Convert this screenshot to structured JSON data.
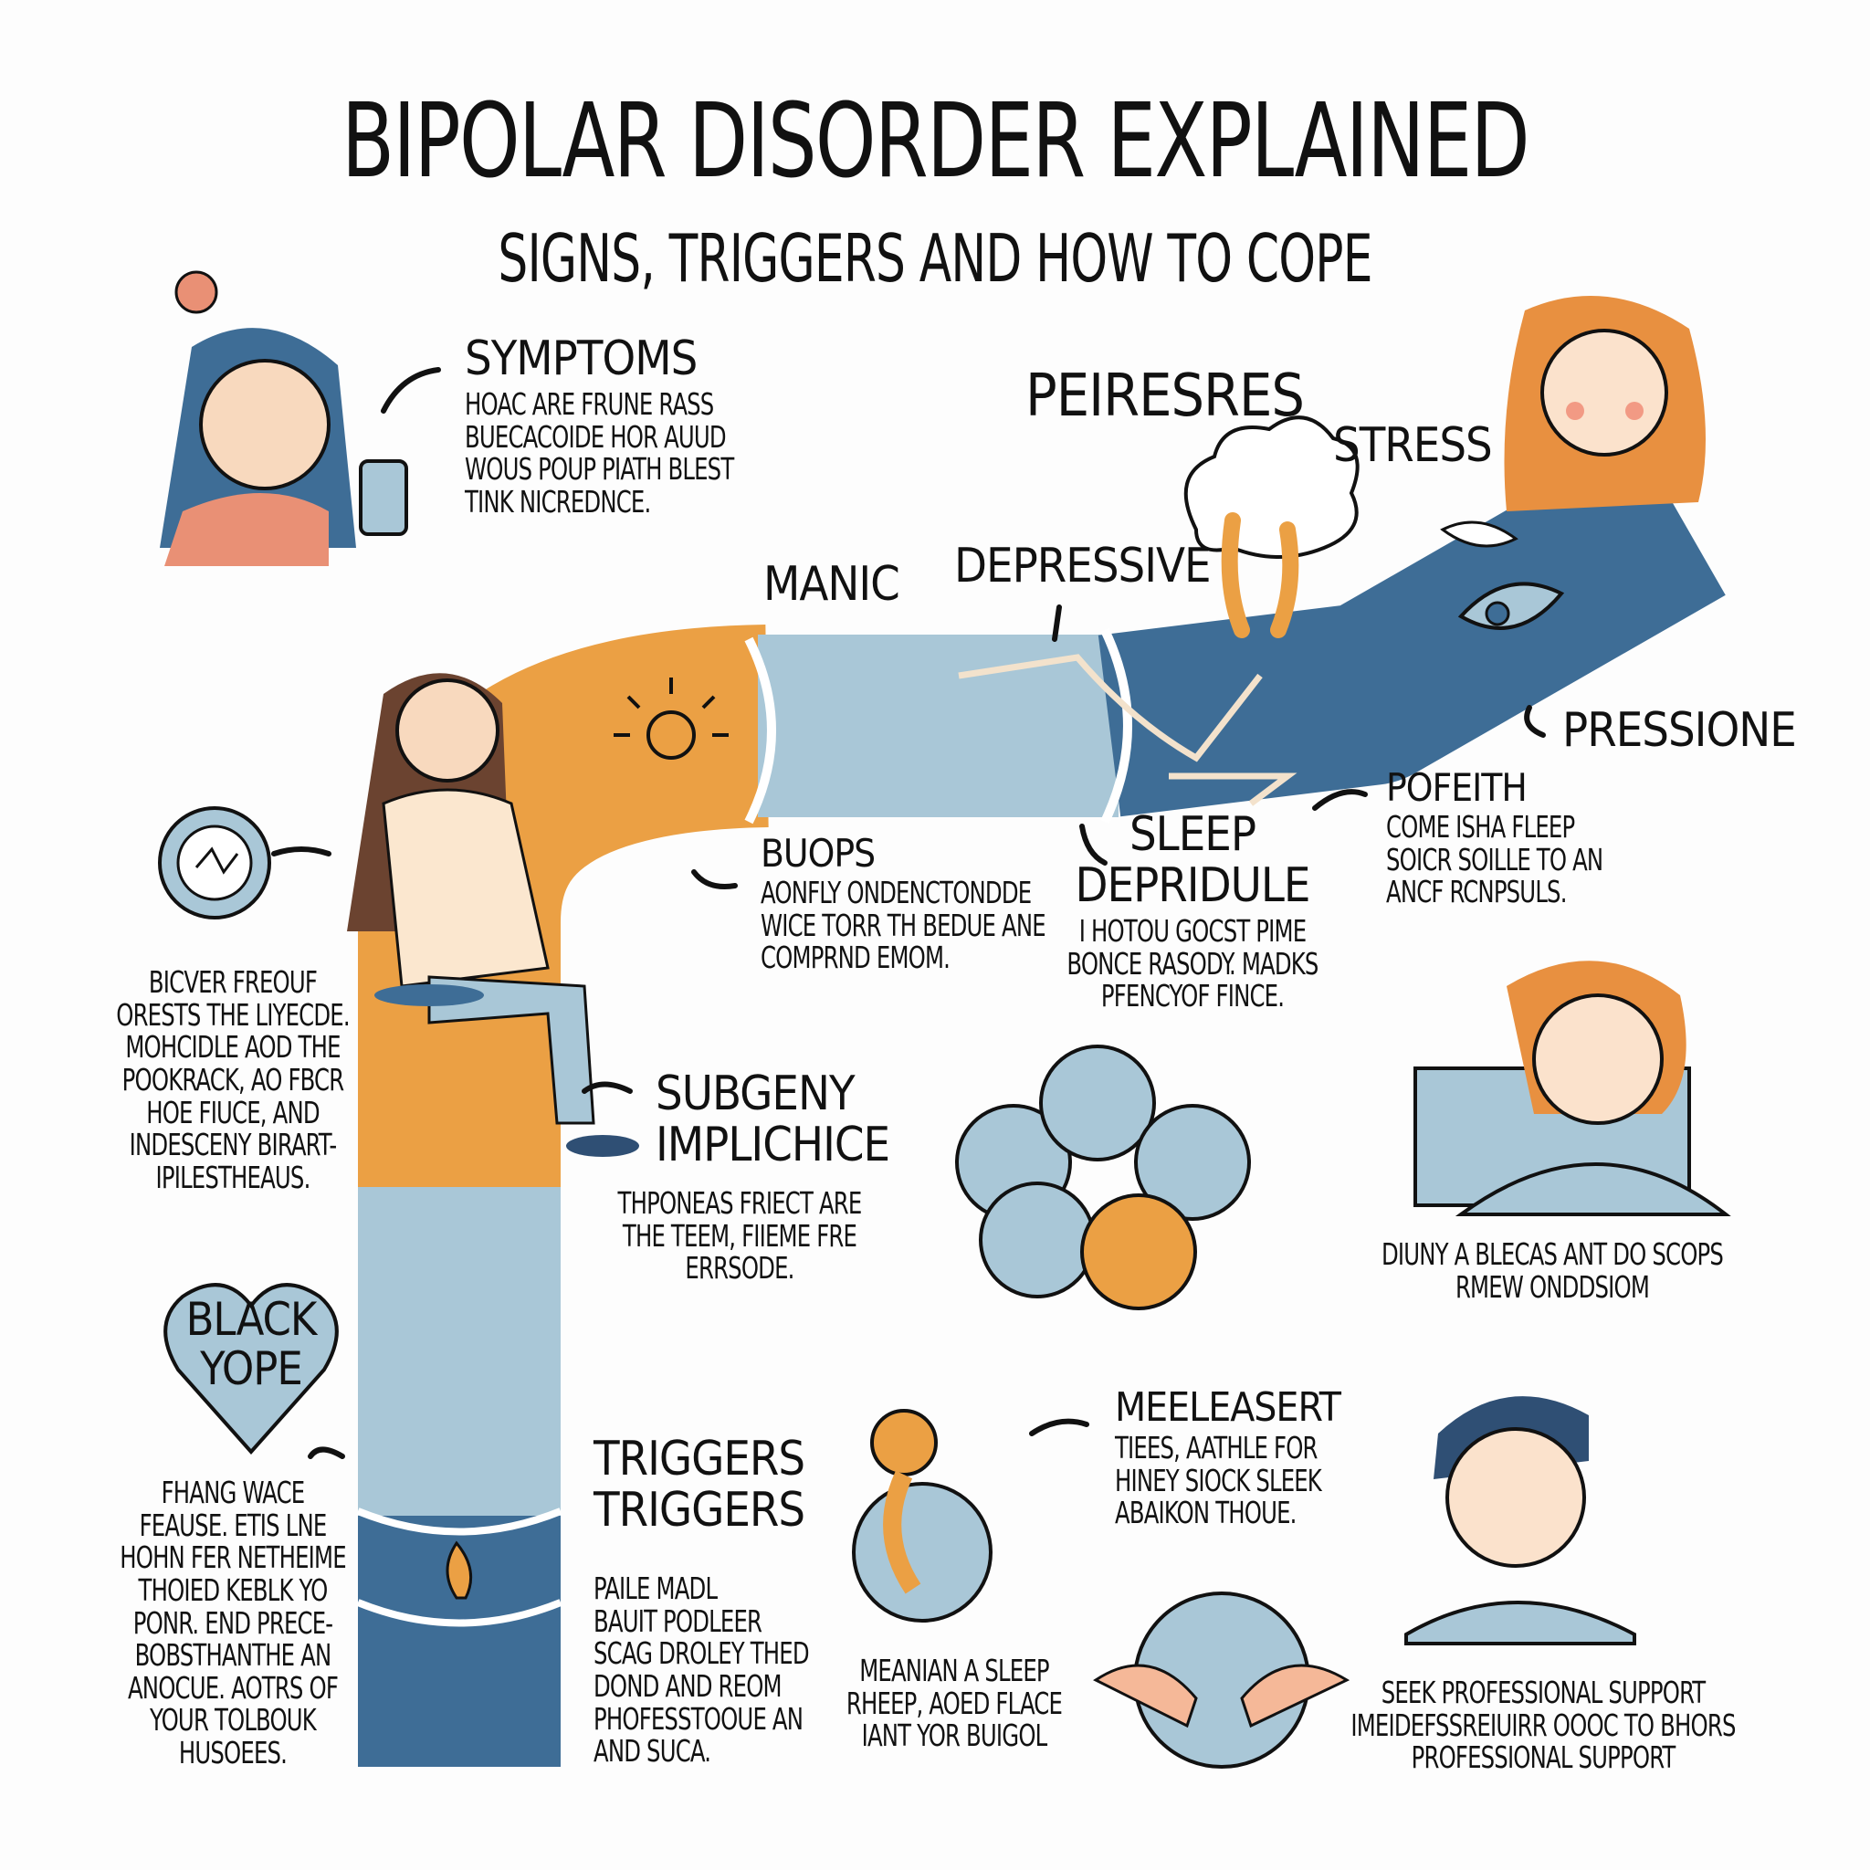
{
  "header": {
    "title": "BIPOLAR DISORDER EXPLAINED",
    "subtitle": "SIGNS, TRIGGERS AND HOW TO COPE"
  },
  "colors": {
    "orange": "#EBA044",
    "light_blue": "#A9C7D7",
    "dark_blue": "#3E6D96",
    "ink": "#111111"
  },
  "labels": {
    "symptoms": {
      "title": "SYMPTOMS",
      "body": "HOAC ARE FRUNE RASS\nBUECACOIDE HOR AUUD\nWOUS POUP PIATH BLEST\nTINK NICREDNCE."
    },
    "peiresres": "PEIRESRES",
    "stress": "STRESS",
    "manic": "MANIC",
    "depressive": "DEPRESSIVE",
    "pressione": "PRESSIONE",
    "pofeith": {
      "title": "POFEITH",
      "body": "COME ISHA FLEEP\nSOICR SOILLE TO AN\nANCF RCNPSULS."
    },
    "buops": {
      "title": "BUOPS",
      "body": "AONFLY ONDENCTONDDE\nWICE TORR TH BEDUE ANE\nCOMPRND EMOM."
    },
    "sleep": {
      "title": "SLEEP\nDEPRIDULE",
      "body": "I HOTOU GOCST PIME\nBONCE RASODY. MADKS\nPFENCYOF FINCE."
    },
    "left_mid": "BICVER FREOUF\nORESTS THE LIYECDE.\nMOHCIDLE AOD THE\nPOOKRACK, AO FBCR\nHOE FIUCE, AND\nINDESCENY BIRART-\nIPILESTHEAUS.",
    "subgeny": {
      "title": "SUBGENY\nIMPLICHICE",
      "body": "THPONEAS FRIECT ARE\nTHE TEEM, FIIEME FRE\nERRSODE."
    },
    "heart": "BLACK\nYOPE",
    "left_bottom": "FHANG WACE\nFEAUSE. ETIS LNE\nHOHN FER NETHEIME\nTHOIED KEBLK YO\nPONR. END PRECE-\nBOBSTHANTHE AN\nANOCUE. AOTRS OF\nYOUR TOLBOUK\nHUSOEES.",
    "triggers": {
      "title": "TRIGGERS\nTRIGGERS",
      "body": "PAILE MADL\nBAUIT PODLEER\nSCAG DROLEY THED\nDOND AND REOM\nPHOFESSTOOUE AN\nAND SUCA."
    },
    "meleasert": {
      "title": "MEELEASERT",
      "body": "TIEES, AATHLE FOR\nHINEY SIOCK SLEEK\nABAIKON THOUE."
    },
    "meanian": "MEANIAN A SLEEP\nRHEEP, AOED FLACE\nIANT YOR BUIGOL",
    "diuny": "DIUNY A BLECAS ANT DO SCOPS\nRMEW ONDDSIOM",
    "seek": "SEEK PROFESSIONAL SUPPORT\nIMEIDEFSSREIUIRR OOOC TO BHORS\nPROFESSIONAL SUPPORT"
  }
}
